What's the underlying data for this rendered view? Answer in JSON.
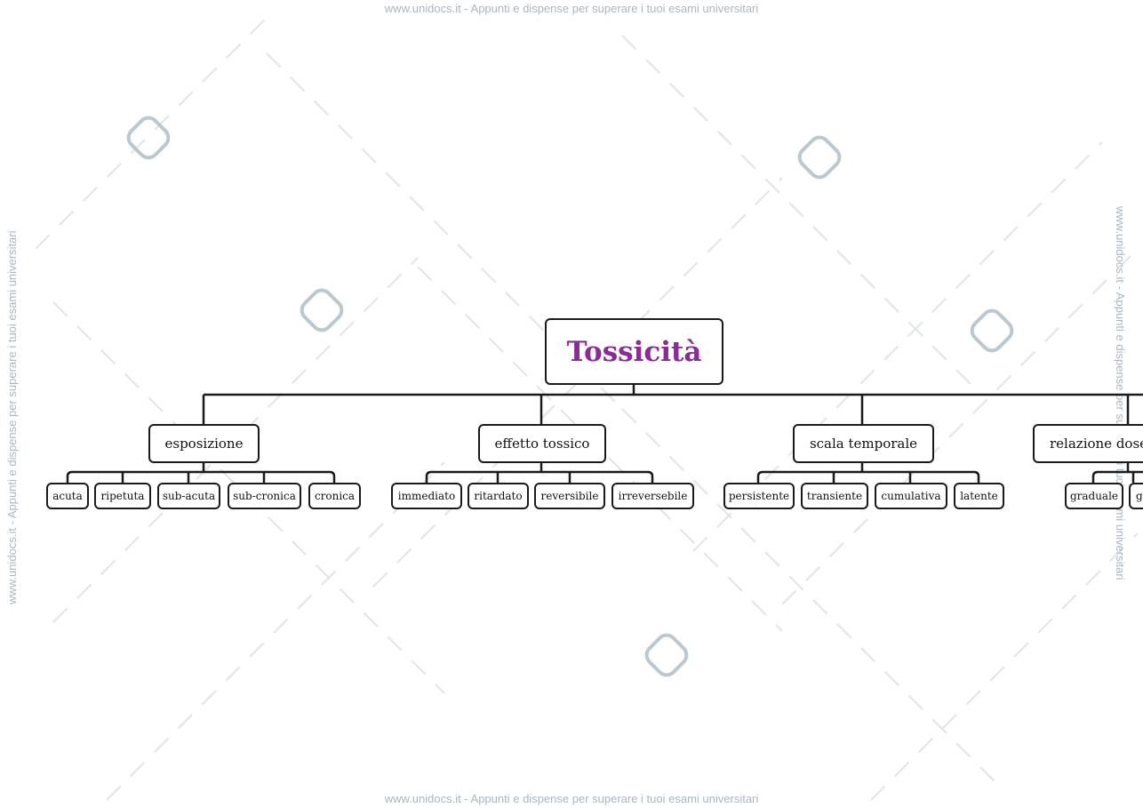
{
  "watermark": {
    "line": "www.unidocs.it - Appunti e dispense per superare i tuoi esami universitari"
  },
  "root": {
    "label": "Tossicità",
    "color": "#8a2b96"
  },
  "branches": [
    {
      "label": "esposizione",
      "children": [
        "acuta",
        "ripetuta",
        "sub-acuta",
        "sub-cronica",
        "cronica"
      ]
    },
    {
      "label": "effetto tossico",
      "children": [
        "immediato",
        "ritardato",
        "reversibile",
        "irreversebile"
      ]
    },
    {
      "label": "scala temporale",
      "children": [
        "persistente",
        "transiente",
        "cumulativa",
        "latente"
      ]
    },
    {
      "label": "relazione dose",
      "children": [
        "graduale",
        "g"
      ]
    }
  ]
}
